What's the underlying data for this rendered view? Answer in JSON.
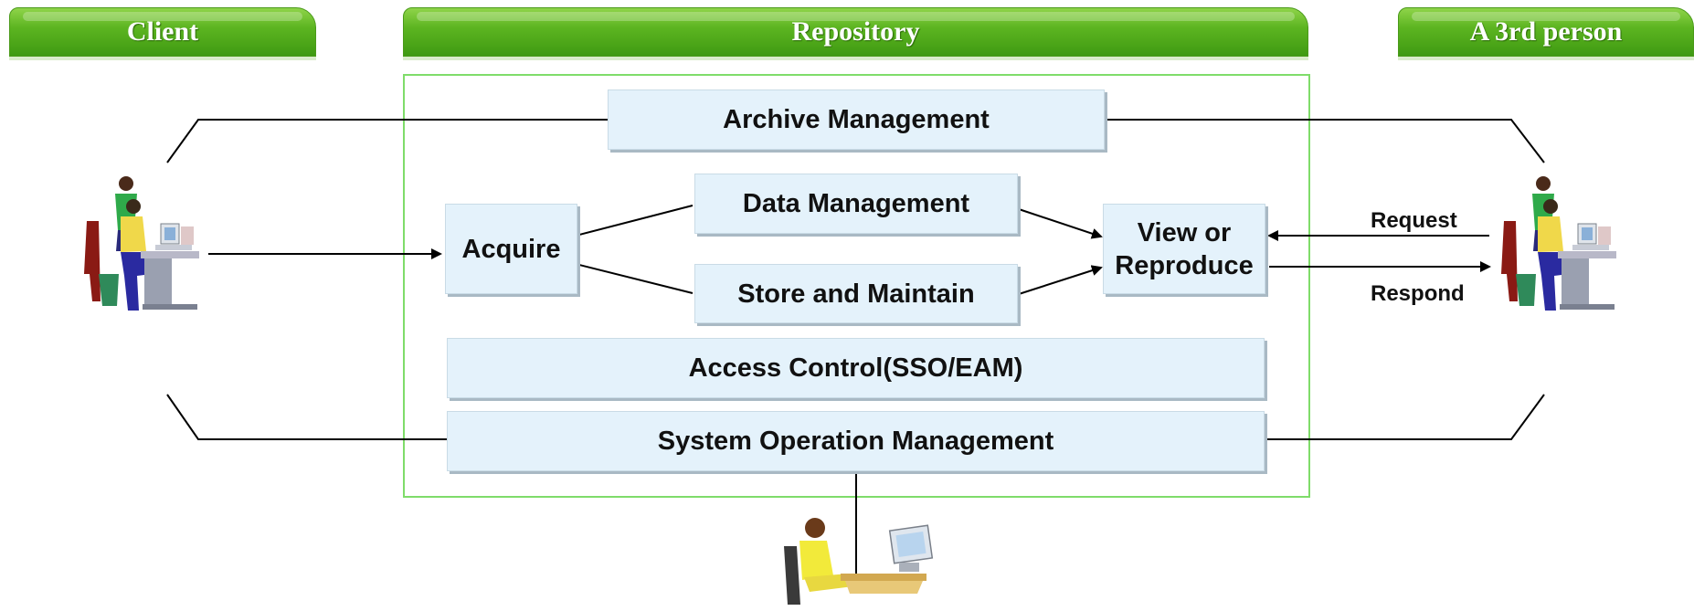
{
  "headers": {
    "client": "Client",
    "repository": "Repository",
    "third_person": "A 3rd person"
  },
  "boxes": {
    "archive_management": "Archive Management",
    "data_management": "Data Management",
    "acquire": "Acquire",
    "store_and_maintain": "Store and Maintain",
    "view_or_reproduce_line1": "View or",
    "view_or_reproduce_line2": "Reproduce",
    "access_control": "Access Control(SSO/EAM)",
    "system_operation_management": "System Operation Management"
  },
  "edge_labels": {
    "request": "Request",
    "respond": "Respond"
  },
  "colors": {
    "header_green": "#5db521",
    "frame_green": "#7fdc6a",
    "box_fill": "#e4f2fb"
  },
  "icons": [
    "client-computer-users-icon",
    "third-person-computer-users-icon",
    "operator-computer-icon"
  ]
}
